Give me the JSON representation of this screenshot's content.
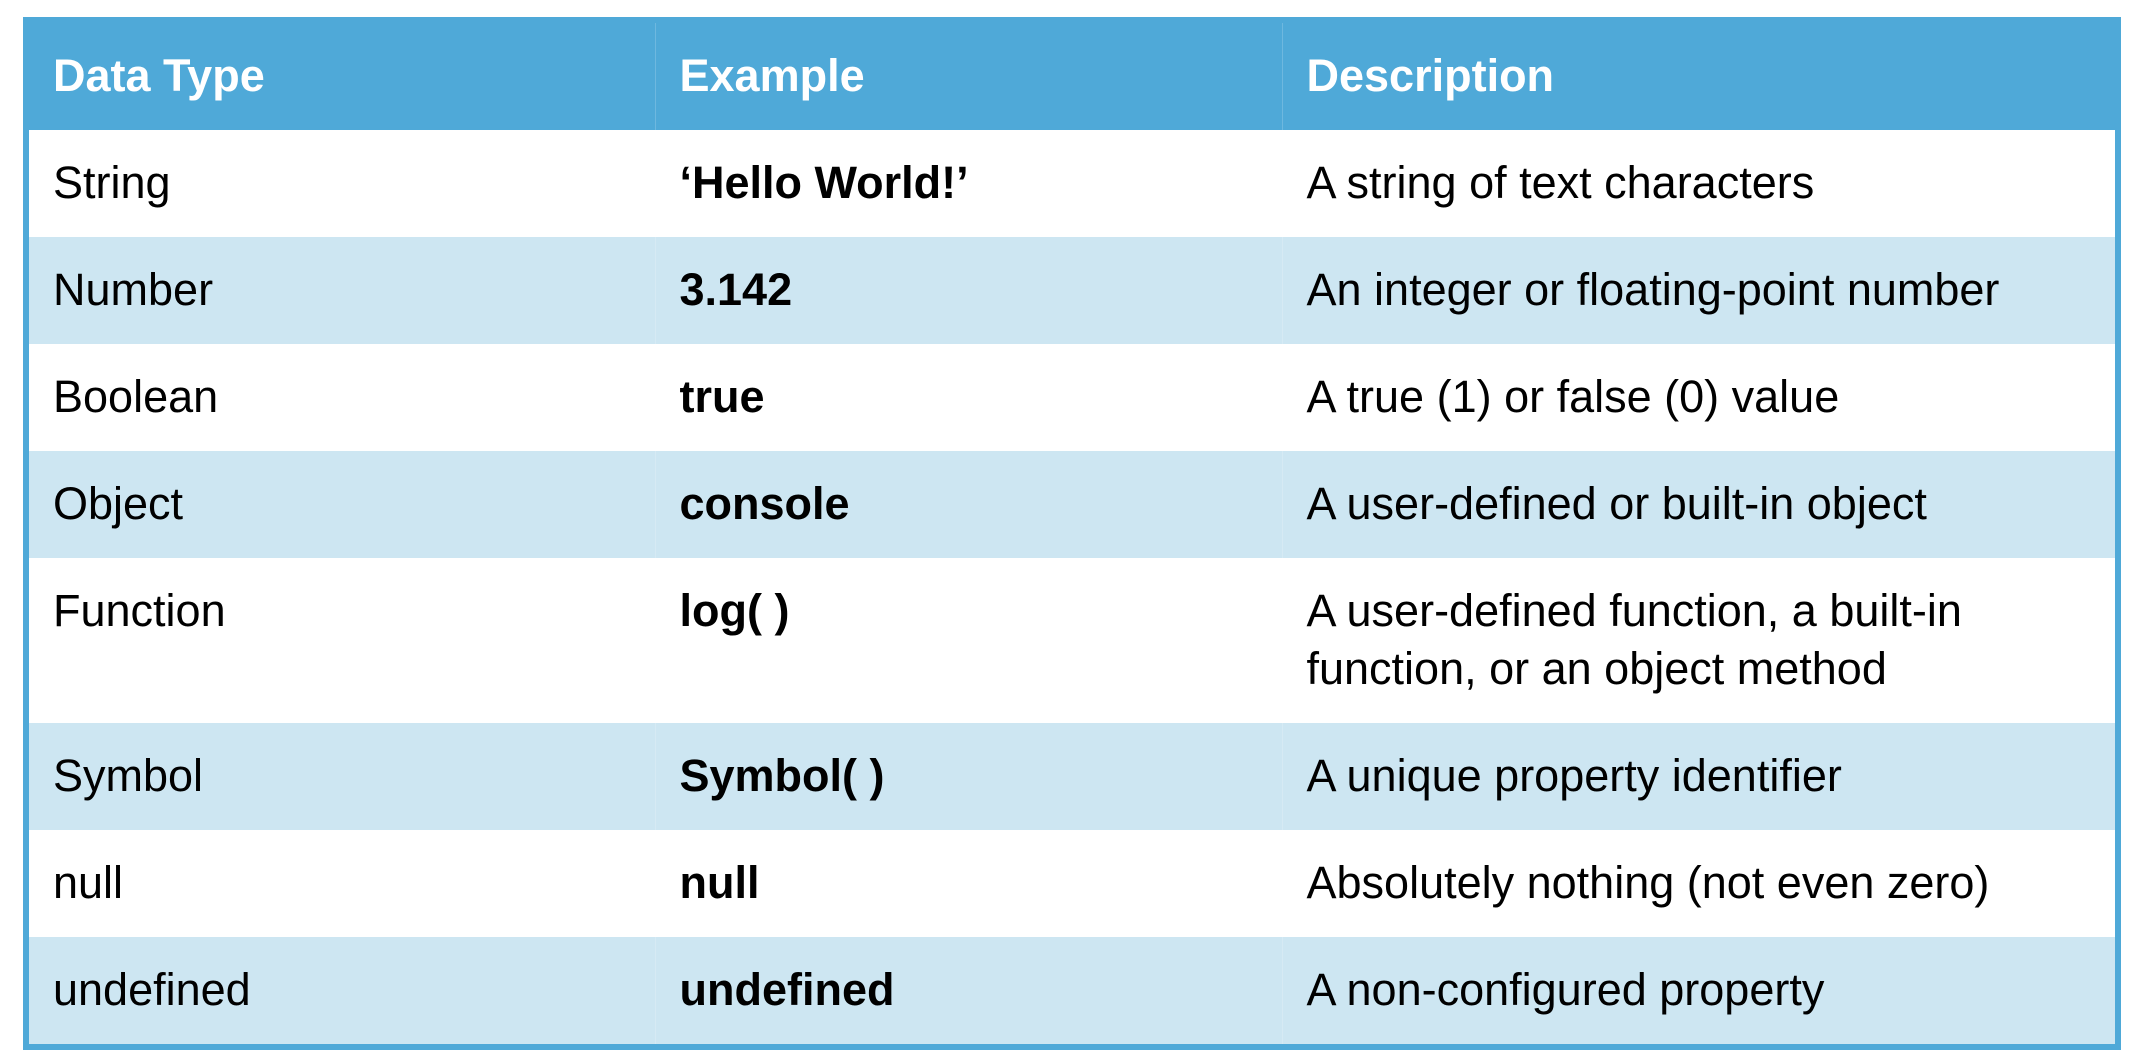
{
  "colors": {
    "header_bg": "#4FA9D8",
    "header_text": "#ffffff",
    "row_alt_bg": "#CDE6F2",
    "row_bg": "#ffffff",
    "border": "#4FA9D8"
  },
  "table": {
    "headers": [
      "Data Type",
      "Example",
      "Description"
    ],
    "rows": [
      {
        "type": "String",
        "example": "‘Hello World!’",
        "description": "A string of text characters"
      },
      {
        "type": "Number",
        "example": "3.142",
        "description": "An integer or floating-point number"
      },
      {
        "type": "Boolean",
        "example": "true",
        "description": "A true (1) or false (0) value"
      },
      {
        "type": "Object",
        "example": "console",
        "description": "A user-defined or built-in object"
      },
      {
        "type": "Function",
        "example": "log( )",
        "description": "A user-defined function, a built-in function, or an object method"
      },
      {
        "type": "Symbol",
        "example": "Symbol( )",
        "description": "A unique property identifier"
      },
      {
        "type": "null",
        "example": "null",
        "description": "Absolutely nothing (not even zero)"
      },
      {
        "type": "undefined",
        "example": "undefined",
        "description": "A non-configured property"
      }
    ]
  }
}
